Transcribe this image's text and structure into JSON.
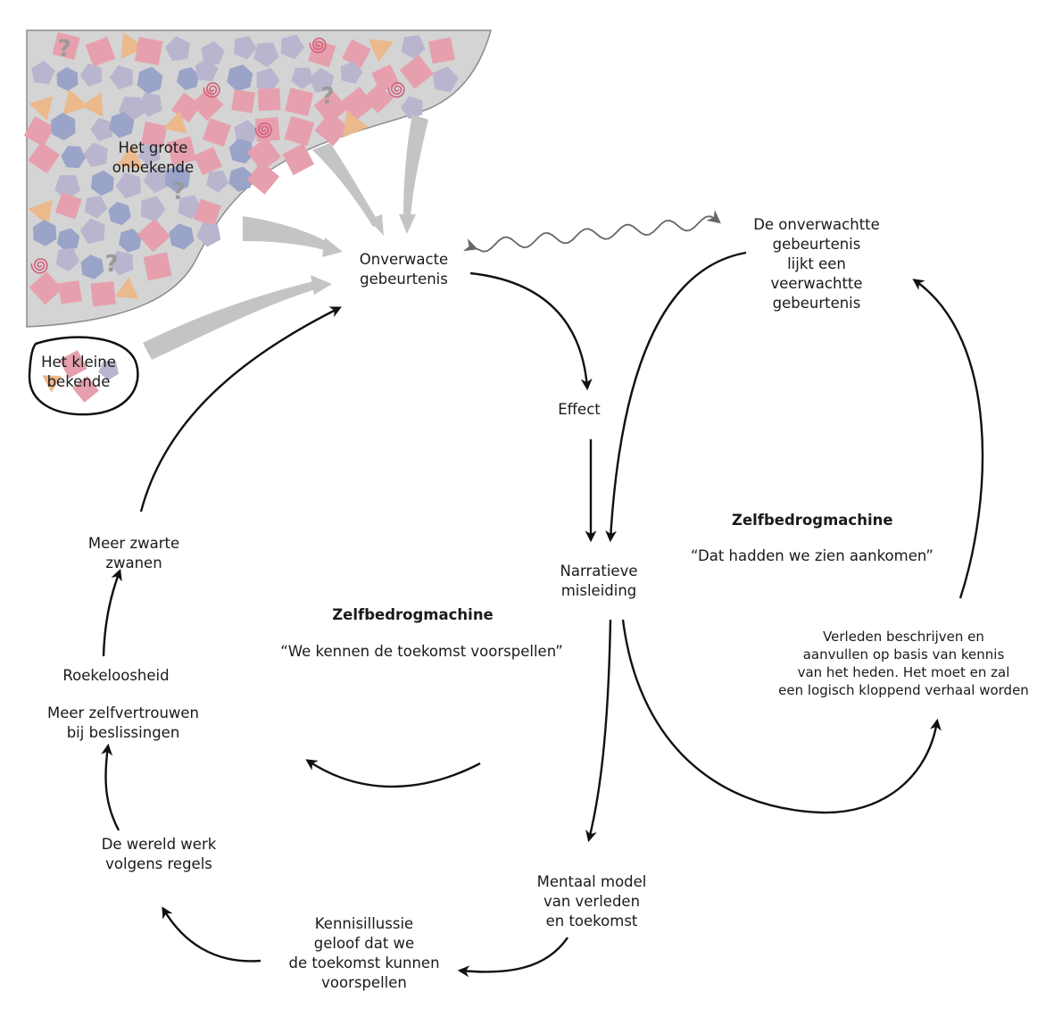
{
  "colors": {
    "unknown_fill": "#d4d4d4",
    "unknown_stroke": "#8c8c8c",
    "gray_arrow": "#c4c4c4",
    "pink": "#e6a0ad",
    "blue": "#9aa3c8",
    "lavender": "#b9b5cf",
    "orange": "#ebb98c",
    "spiral": "#d2607a",
    "question": "#9a9a9a",
    "arrow": "#111111"
  },
  "labels": {
    "grote_onbekende": "Het grote\nonbekende",
    "kleine_bekende": "Het kleine\nbekende",
    "onverwachte": "Onverwacte\ngebeurtenis",
    "onverwachtte_verwacht": "De onverwachtte\ngebeurtenis\nlijkt een\nveerwachtte\ngebeurtenis",
    "effect": "Effect",
    "narratieve": "Narratieve\nmisleiding",
    "zelfbedrog_right_title": "Zelfbedrogmachine",
    "zelfbedrog_right_quote": "“Dat hadden we zien aankomen”",
    "zelfbedrog_left_title": "Zelfbedrogmachine",
    "zelfbedrog_left_quote": "“We kennen de toekomst voorspellen”",
    "verleden": "Verleden beschrijven en\naanvullen op basis van kennis\nvan het heden. Het moet en zal\neen logisch kloppend verhaal worden",
    "mentaal": "Mentaal model\nvan verleden\nen toekomst",
    "kennisillussie": "Kennisillussie\ngeloof dat we\nde toekomst kunnen\nvoorspellen",
    "wereld": "De wereld werk\nvolgens regels",
    "zelfvertrouwen": "Meer zelfvertrouwen\nbij beslissingen",
    "roekeloosheid": "Roekeloosheid",
    "zwarte_zwanen": "Meer zwarte\nzwanen"
  },
  "icons": {
    "question_glyph": "?",
    "shapes": [
      "square-icon",
      "pentagon-icon",
      "hexagon-icon",
      "triangle-icon",
      "spiral-icon",
      "question-icon"
    ]
  }
}
